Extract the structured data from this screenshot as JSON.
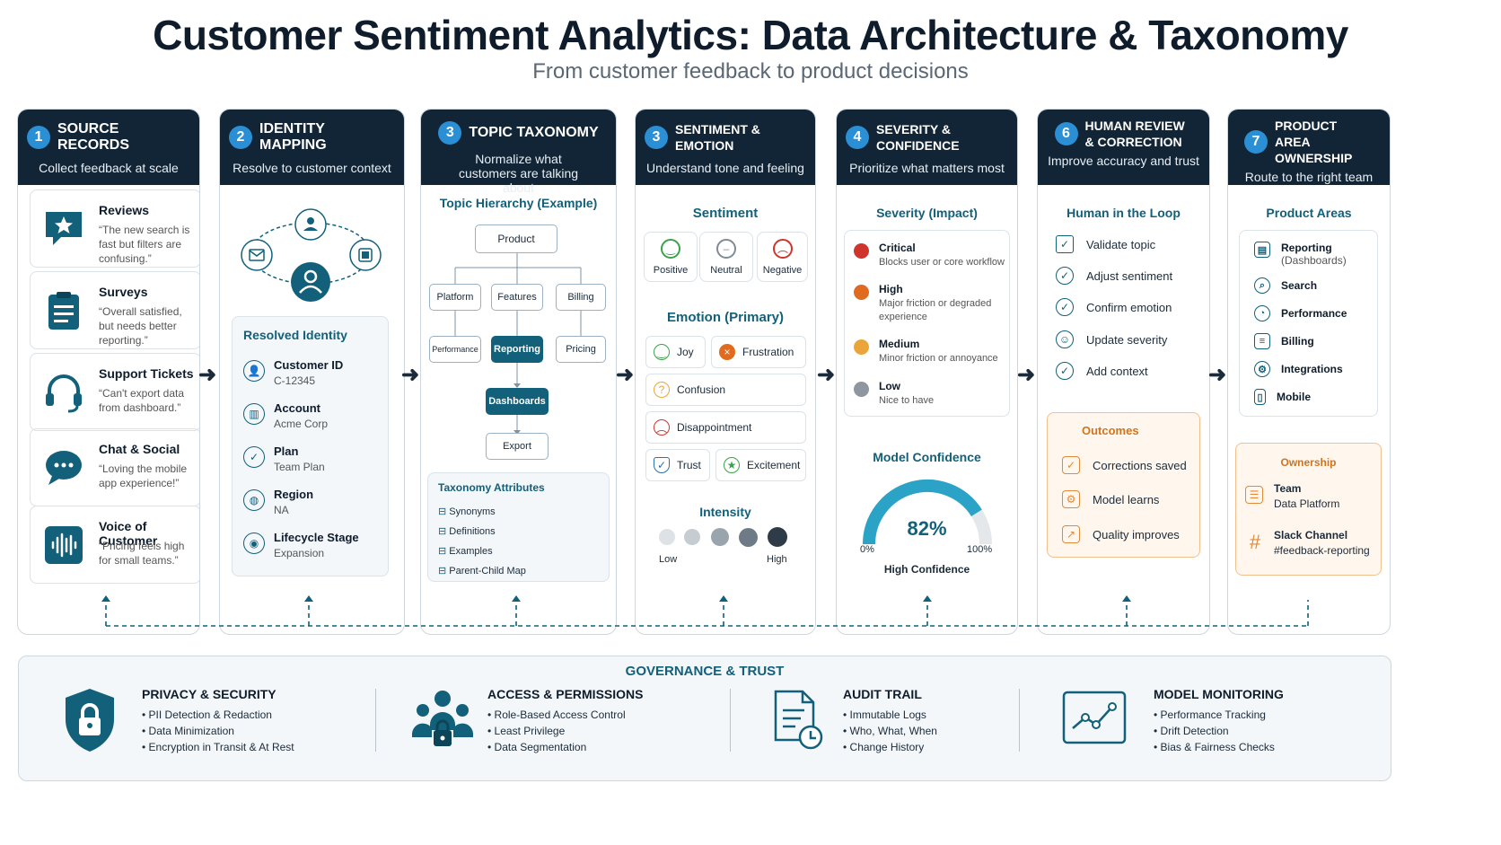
{
  "title": "Customer Sentiment Analytics: Data Architecture & Taxonomy",
  "subtitle": "From customer feedback to product decisions",
  "columns": [
    {
      "num": "1",
      "title": "SOURCE RECORDS",
      "sub": "Collect feedback at scale"
    },
    {
      "num": "2",
      "title": "IDENTITY MAPPING",
      "sub": "Resolve to customer context"
    },
    {
      "num": "3",
      "title": "TOPIC TAXONOMY",
      "sub": "Normalize what customers are talking about"
    },
    {
      "num": "3",
      "title": "SENTIMENT & EMOTION",
      "sub": "Understand tone and feeling"
    },
    {
      "num": "4",
      "title": "SEVERITY & CONFIDENCE",
      "sub": "Prioritize what matters most"
    },
    {
      "num": "6",
      "title": "HUMAN REVIEW & CORRECTION",
      "sub": "Improve accuracy and trust"
    },
    {
      "num": "7",
      "title": "PRODUCT AREA OWNERSHIP",
      "sub": "Route to the right team"
    }
  ],
  "sources": [
    {
      "title": "Reviews",
      "quote": "“The new search is fast but filters are confusing.”",
      "icon": "review-star-icon"
    },
    {
      "title": "Surveys",
      "quote": "“Overall satisfied, but needs better reporting.”",
      "icon": "clipboard-icon"
    },
    {
      "title": "Support Tickets",
      "quote": "“Can't export data from dashboard.”",
      "icon": "headset-icon"
    },
    {
      "title": "Chat & Social",
      "quote": "“Loving the mobile app experience!”",
      "icon": "chat-bubble-icon"
    },
    {
      "title": "Voice of Customer",
      "quote": "“Pricing feels high for small teams.”",
      "icon": "waveform-icon"
    }
  ],
  "identity": {
    "heading": "Resolved Identity",
    "rows": [
      {
        "label": "Customer ID",
        "value": "C-12345"
      },
      {
        "label": "Account",
        "value": "Acme Corp"
      },
      {
        "label": "Plan",
        "value": "Team Plan"
      },
      {
        "label": "Region",
        "value": "NA"
      },
      {
        "label": "Lifecycle Stage",
        "value": "Expansion"
      }
    ]
  },
  "taxonomy": {
    "heading": "Topic Hierarchy (Example)",
    "root": "Product",
    "level1": [
      "Platform",
      "Features",
      "Billing"
    ],
    "level2": [
      "Performance",
      "Reporting",
      "Pricing"
    ],
    "level3": "Dashboards",
    "level4": "Export",
    "attr_heading": "Taxonomy Attributes",
    "attributes": [
      "Synonyms",
      "Definitions",
      "Examples",
      "Parent-Child Map"
    ]
  },
  "sentiment": {
    "heading": "Sentiment",
    "items": [
      "Positive",
      "Neutral",
      "Negative"
    ],
    "emotion_heading": "Emotion (Primary)",
    "emotions": [
      "Joy",
      "Frustration",
      "Confusion",
      "Disappointment",
      "Trust",
      "Excitement"
    ],
    "intensity_heading": "Intensity",
    "intensity_low": "Low",
    "intensity_high": "High"
  },
  "severity": {
    "heading": "Severity (Impact)",
    "levels": [
      {
        "name": "Critical",
        "desc": "Blocks user or core workflow",
        "color": "#d0342c"
      },
      {
        "name": "High",
        "desc": "Major friction or degraded experience",
        "color": "#e06a1e"
      },
      {
        "name": "Medium",
        "desc": "Minor friction or annoyance",
        "color": "#eaa53a"
      },
      {
        "name": "Low",
        "desc": "Nice to have",
        "color": "#8e979f"
      }
    ],
    "confidence_heading": "Model Confidence",
    "confidence_value": "82%",
    "confidence_fraction": 0.82,
    "gauge_min": "0%",
    "gauge_max": "100%",
    "confidence_label": "High Confidence"
  },
  "review": {
    "heading": "Human in the Loop",
    "actions": [
      "Validate topic",
      "Adjust sentiment",
      "Confirm emotion",
      "Update severity",
      "Add context"
    ],
    "outcomes_heading": "Outcomes",
    "outcomes": [
      "Corrections saved",
      "Model learns",
      "Quality improves"
    ]
  },
  "product": {
    "heading": "Product Areas",
    "areas": [
      "Reporting",
      "Search",
      "Performance",
      "Billing",
      "Integrations",
      "Mobile"
    ],
    "reporting_sub": "(Dashboards)",
    "ownership_heading": "Ownership",
    "team_label": "Team",
    "team_value": "Data Platform",
    "slack_label": "Slack Channel",
    "slack_value": "#feedback-reporting"
  },
  "governance": {
    "title": "GOVERNANCE & TRUST",
    "sections": [
      {
        "title": "PRIVACY & SECURITY",
        "items": [
          "PII Detection & Redaction",
          "Data Minimization",
          "Encryption in Transit & At Rest"
        ]
      },
      {
        "title": "ACCESS & PERMISSIONS",
        "items": [
          "Role-Based Access Control",
          "Least Privilege",
          "Data Segmentation"
        ]
      },
      {
        "title": "AUDIT TRAIL",
        "items": [
          "Immutable Logs",
          "Who, What, When",
          "Change History"
        ]
      },
      {
        "title": "MODEL MONITORING",
        "items": [
          "Performance Tracking",
          "Drift Detection",
          "Bias & Fairness Checks"
        ]
      }
    ]
  },
  "colors": {
    "header": "#122536",
    "accent": "#12607a",
    "badge": "#2a8fd4",
    "orange": "#e08a3a"
  }
}
